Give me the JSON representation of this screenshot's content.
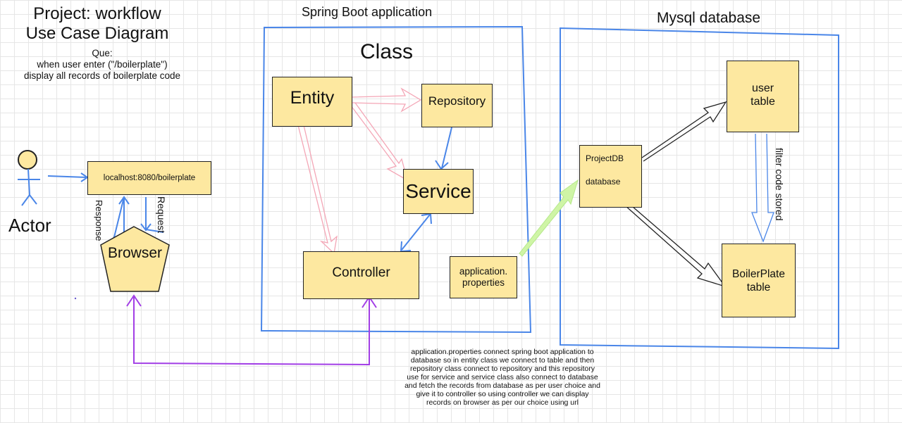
{
  "title": {
    "line1": "Project: workflow",
    "line2": "Use Case Diagram"
  },
  "question": {
    "label": "Que:",
    "line1": "when user enter (\"/boilerplate\")",
    "line2": "display all records of boilerplate code"
  },
  "actor": {
    "label": "Actor"
  },
  "url_box": {
    "label": "localhost:8080/boilerplate"
  },
  "browser": {
    "label": "Browser",
    "request_label": "Request",
    "response_label": "Response"
  },
  "spring": {
    "title": "Spring Boot application",
    "class_heading": "Class",
    "entity": "Entity",
    "repository": "Repository",
    "service": "Service",
    "controller": "Controller",
    "properties_line1": "application.",
    "properties_line2": "properties"
  },
  "mysql": {
    "title": "Mysql database",
    "projectdb_line1": "ProjectDB",
    "projectdb_line2": "database",
    "user_table_line1": "user",
    "user_table_line2": "table",
    "boilerplate_table_line1": "BoilerPlate",
    "boilerplate_table_line2": "table",
    "filter_label": "filter code stored"
  },
  "note": {
    "lines": [
      "application.properties connect spring boot application to",
      "database so in entity class we connect to table and then",
      "repository class connect to repository and this repository",
      "use for service and service class also connect to database",
      "and fetch the records from database as per user choice and",
      "give it to controller so using controller we can display",
      "records on browser as per our choice  using url"
    ]
  },
  "colors": {
    "frame_blue": "#4a86e8",
    "box_fill": "#fde8a0",
    "purple_link": "#a23ee6",
    "pink_arrow": "#f4a6b6",
    "green_arrow": "#cff5a6"
  }
}
